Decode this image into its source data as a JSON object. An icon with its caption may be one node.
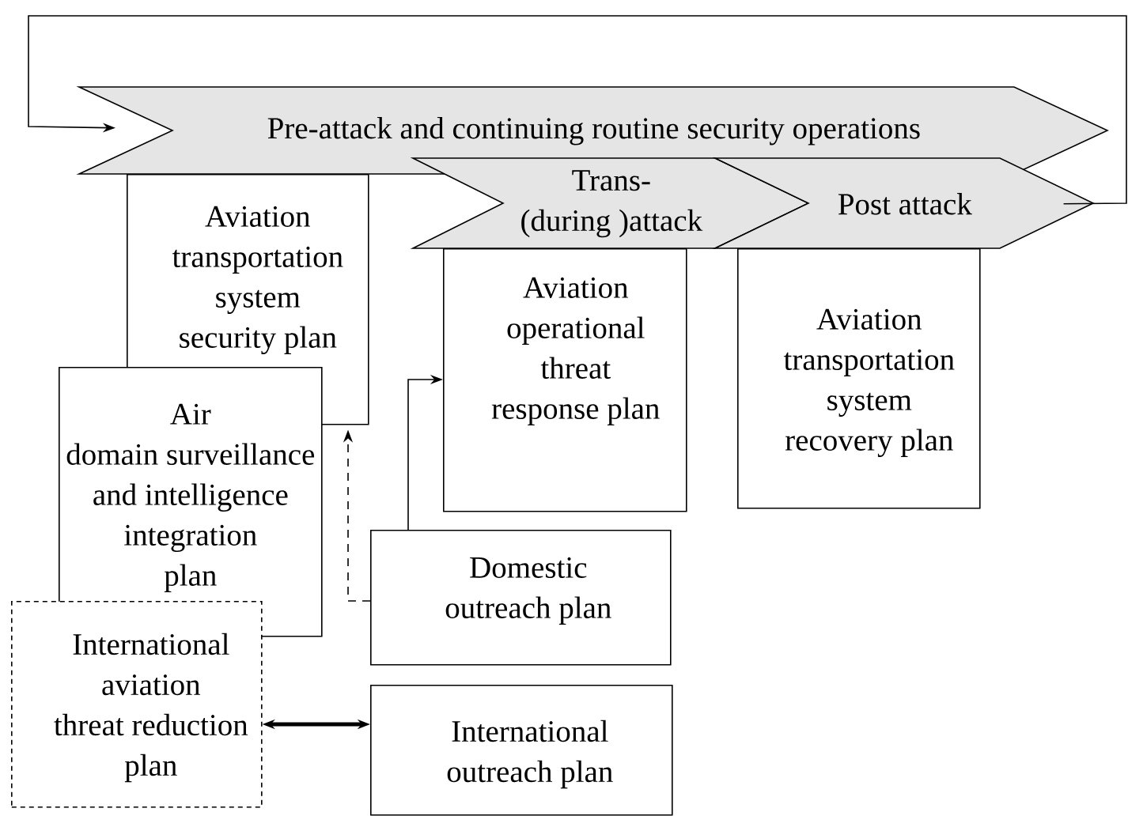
{
  "diagram": {
    "nodes": [
      {
        "text": [
          "Pre-attack and continuing routine security operations"
        ]
      },
      {
        "text": [
          "Trans- (during )attack"
        ]
      },
      {
        "text": [
          "Post attack"
        ]
      },
      {
        "text": [
          "Aviation transportation system security plan"
        ]
      },
      {
        "text": [
          "Air domain surveillance and intelligence integration plan"
        ]
      },
      {
        "text": [
          "International aviation threat reduction plan"
        ]
      },
      {
        "text": [
          "Aviation operational threat response plan"
        ]
      },
      {
        "text": [
          "Aviation transportation system recovery plan"
        ]
      },
      {
        "text": [
          "Domestic outreach plan"
        ]
      },
      {
        "text": [
          "International outreach plan"
        ]
      }
    ],
    "edges": [
      {
        "from": 2,
        "to": 0,
        "arrow": "to"
      },
      {
        "from": 8,
        "to": 6,
        "arrow": "to"
      },
      {
        "from": 8,
        "to": 3,
        "arrow": "to",
        "style": "dashed"
      },
      {
        "from": 5,
        "to": 9,
        "arrow": "both",
        "style": "thick"
      }
    ]
  }
}
